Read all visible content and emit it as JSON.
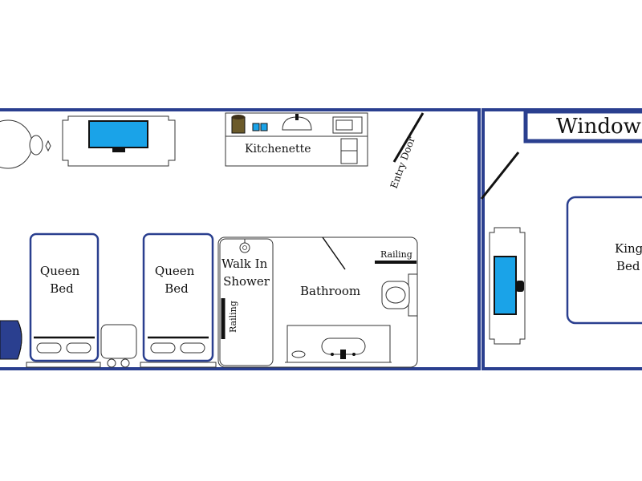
{
  "labels": {
    "window": "Window",
    "kitchenette": "Kitchenette",
    "entry_door": "Entry Door",
    "queen_bed_1": [
      "Queen",
      "Bed"
    ],
    "queen_bed_2": [
      "Queen",
      "Bed"
    ],
    "walk_in_shower": [
      "Walk In",
      "Shower"
    ],
    "shower_railing": "Railing",
    "bathroom": "Bathroom",
    "bathroom_railing": "Railing",
    "king_bed": [
      "King",
      "Bed"
    ]
  },
  "colors": {
    "wall": "#2a3f8f",
    "screen": "#1aa3e8",
    "line": "#111111",
    "outline": "#333333"
  }
}
